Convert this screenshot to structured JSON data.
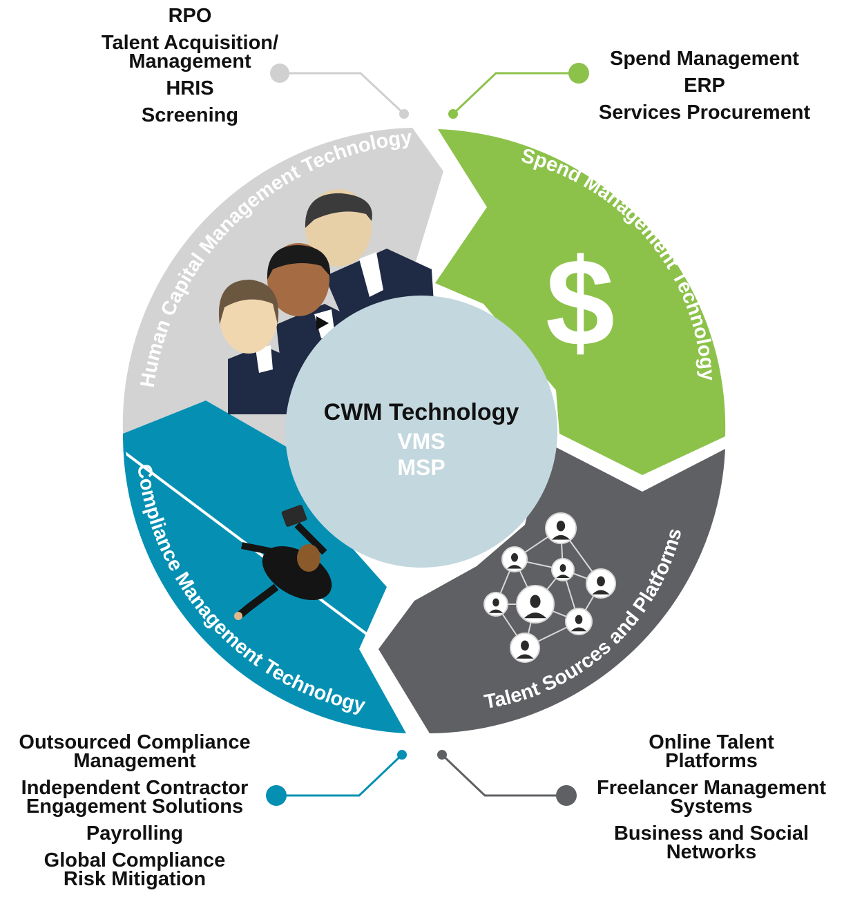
{
  "center": {
    "title": "CWM Technology",
    "lines": [
      "VMS",
      "MSP"
    ]
  },
  "segments": [
    {
      "id": "hcm",
      "label": "Human Capital Management Technology",
      "color": "#d3d3d3",
      "text_color": "#ffffff",
      "icon": "people-group-icon"
    },
    {
      "id": "spend",
      "label": "Spend Management Technology",
      "color": "#8cc24a",
      "text_color": "#ffffff",
      "icon": "dollar-icon"
    },
    {
      "id": "talent",
      "label": "Talent Sources and Platforms",
      "color": "#5f6063",
      "text_color": "#ffffff",
      "icon": "network-icon"
    },
    {
      "id": "compliance",
      "label": "Compliance Management Technology",
      "color": "#0590b3",
      "text_color": "#ffffff",
      "icon": "walking-businessman-icon"
    }
  ],
  "callouts": {
    "top_left": {
      "color": "#d0d0d0",
      "items": [
        "RPO",
        "Talent Acquisition/\nManagement",
        "HRIS",
        "Screening"
      ]
    },
    "top_right": {
      "color": "#8cc24a",
      "items": [
        "Spend Management",
        "ERP",
        "Services Procurement"
      ]
    },
    "bottom_left": {
      "color": "#0590b3",
      "items": [
        "Outsourced Compliance\nManagement",
        "Independent Contractor\nEngagement Solutions",
        "Payrolling",
        "Global Compliance\nRisk Mitigation"
      ]
    },
    "bottom_right": {
      "color": "#5f6063",
      "items": [
        "Online Talent\nPlatforms",
        "Freelancer Management\nSystems",
        "Business and Social\nNetworks"
      ]
    }
  }
}
